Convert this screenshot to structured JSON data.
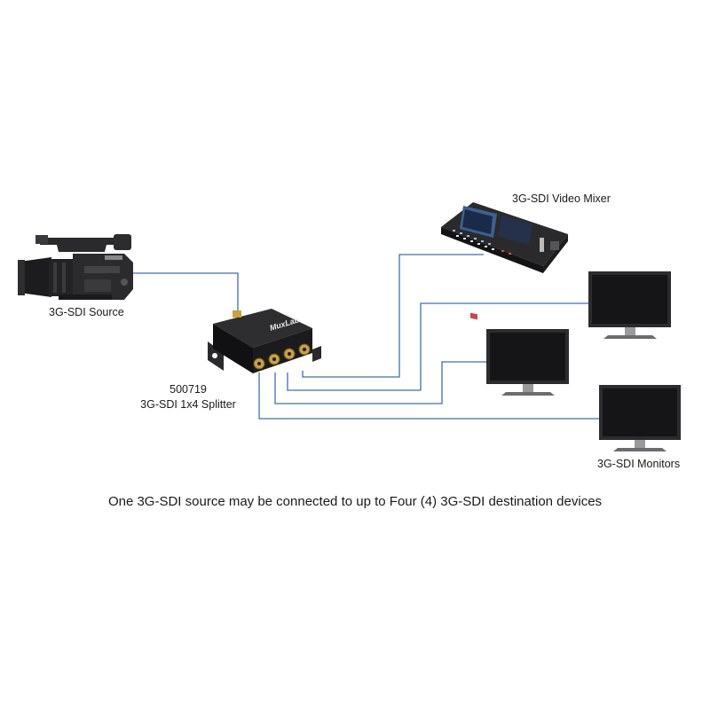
{
  "labels": {
    "source": "3G-SDI Source",
    "splitter_model": "500719",
    "splitter_name": "3G-SDI 1x4 Splitter",
    "mixer": "3G-SDI Video Mixer",
    "monitors": "3G-SDI Monitors",
    "splitter_brand": "MuxLab"
  },
  "caption": "One 3G-SDI source may be connected to up to Four (4) 3G-SDI destination devices",
  "colors": {
    "cable": "#3f6fb5",
    "device_dark": "#1c1c1e",
    "connector_gold": "#c9a23a",
    "screen": "#151518"
  },
  "devices": {
    "source": "camcorder",
    "splitter": "1x4 splitter box",
    "mixer": "video mixer console",
    "monitor_count": 3
  }
}
